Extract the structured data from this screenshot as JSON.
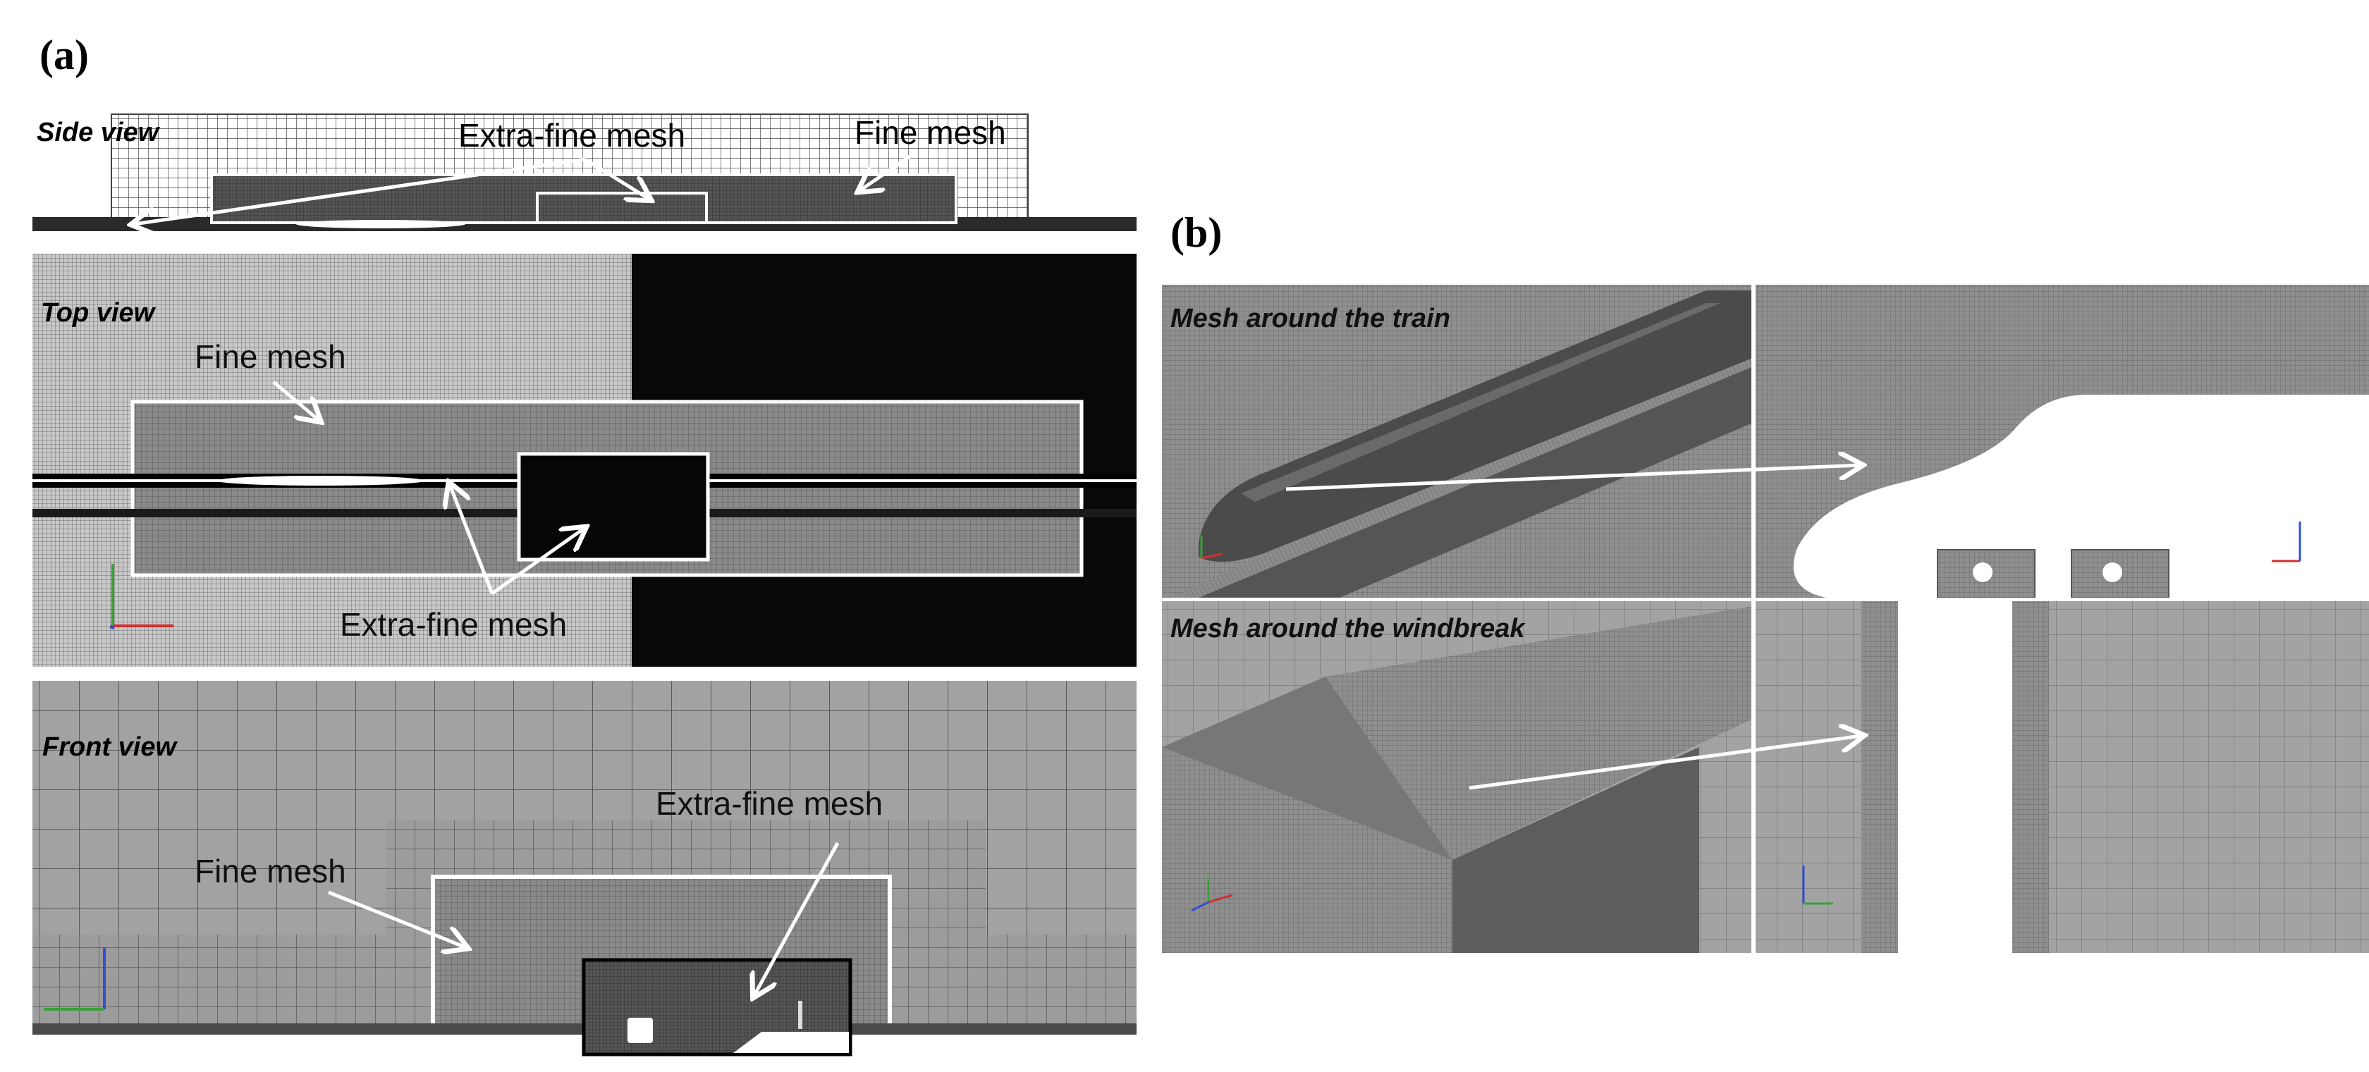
{
  "panel_a": {
    "label": "(a)",
    "side_view": {
      "title": "Side view",
      "extra_fine_label": "Extra-fine mesh",
      "fine_label": "Fine mesh"
    },
    "top_view": {
      "title": "Top view",
      "fine_label": "Fine mesh",
      "extra_fine_label": "Extra-fine mesh"
    },
    "front_view": {
      "title": "Front view",
      "fine_label": "Fine mesh",
      "extra_fine_label": "Extra-fine mesh"
    }
  },
  "panel_b": {
    "label": "(b)",
    "train_title": "Mesh around the train",
    "windbreak_title": "Mesh around the windbreak"
  },
  "colors": {
    "mesh_gray": "#9a9a9a",
    "fine_gray": "#6f6f6f",
    "dense_dark": "#0a0a0a",
    "box_white": "#ffffff",
    "arrow_white": "#ffffff"
  }
}
